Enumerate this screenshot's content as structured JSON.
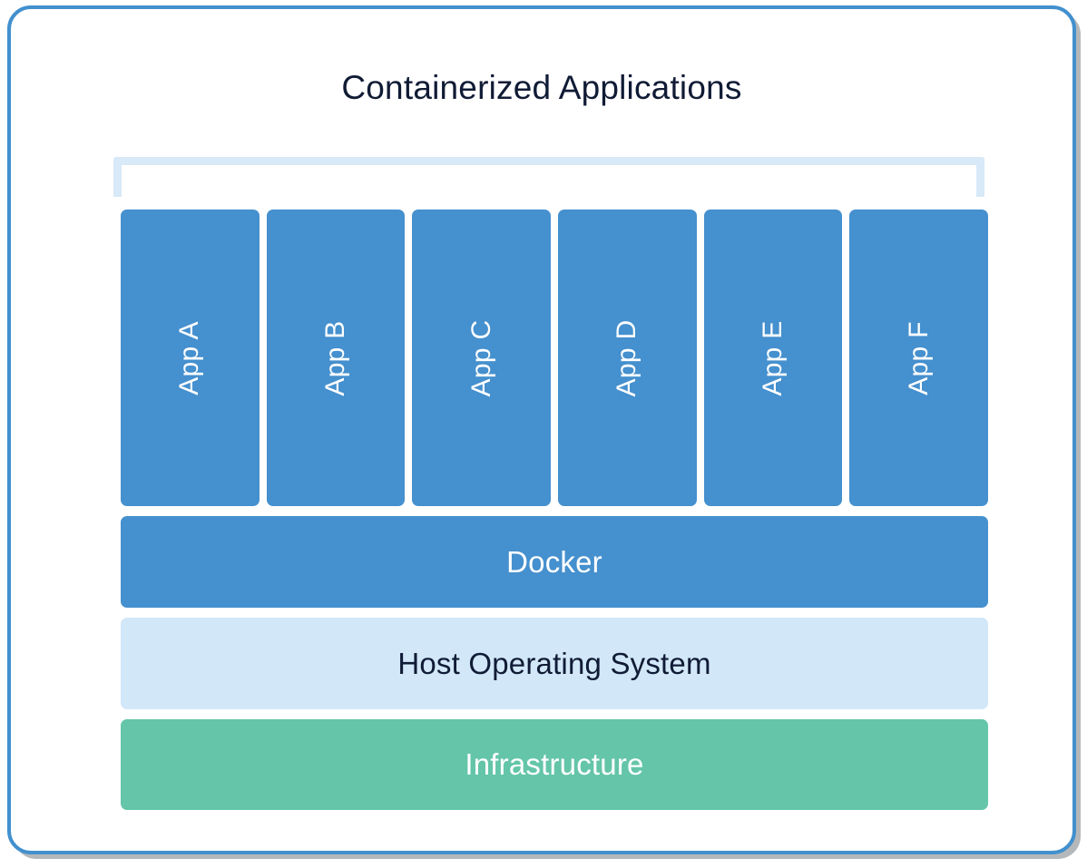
{
  "diagram": {
    "title": "Containerized Applications",
    "frame": {
      "border_color": "#4290ce",
      "shadow_color": "#787d82",
      "background": "#ffffff"
    },
    "bracket": {
      "name": "containerized-apps-bracket",
      "color": "#d8e9f8"
    },
    "app_layer": {
      "box_color": "#4590ce",
      "label_color": "#ffffff",
      "apps": [
        {
          "label": "App A"
        },
        {
          "label": "App B"
        },
        {
          "label": "App C"
        },
        {
          "label": "App D"
        },
        {
          "label": "App E"
        },
        {
          "label": "App F"
        }
      ]
    },
    "layers": [
      {
        "id": "docker",
        "label": "Docker",
        "background": "#4590ce",
        "text_color": "#ffffff"
      },
      {
        "id": "host-operating-system",
        "label": "Host Operating System",
        "background": "#d2e7f8",
        "text_color": "#101b35"
      },
      {
        "id": "infrastructure",
        "label": "Infrastructure",
        "background": "#64c5a8",
        "text_color": "#ffffff"
      }
    ]
  }
}
